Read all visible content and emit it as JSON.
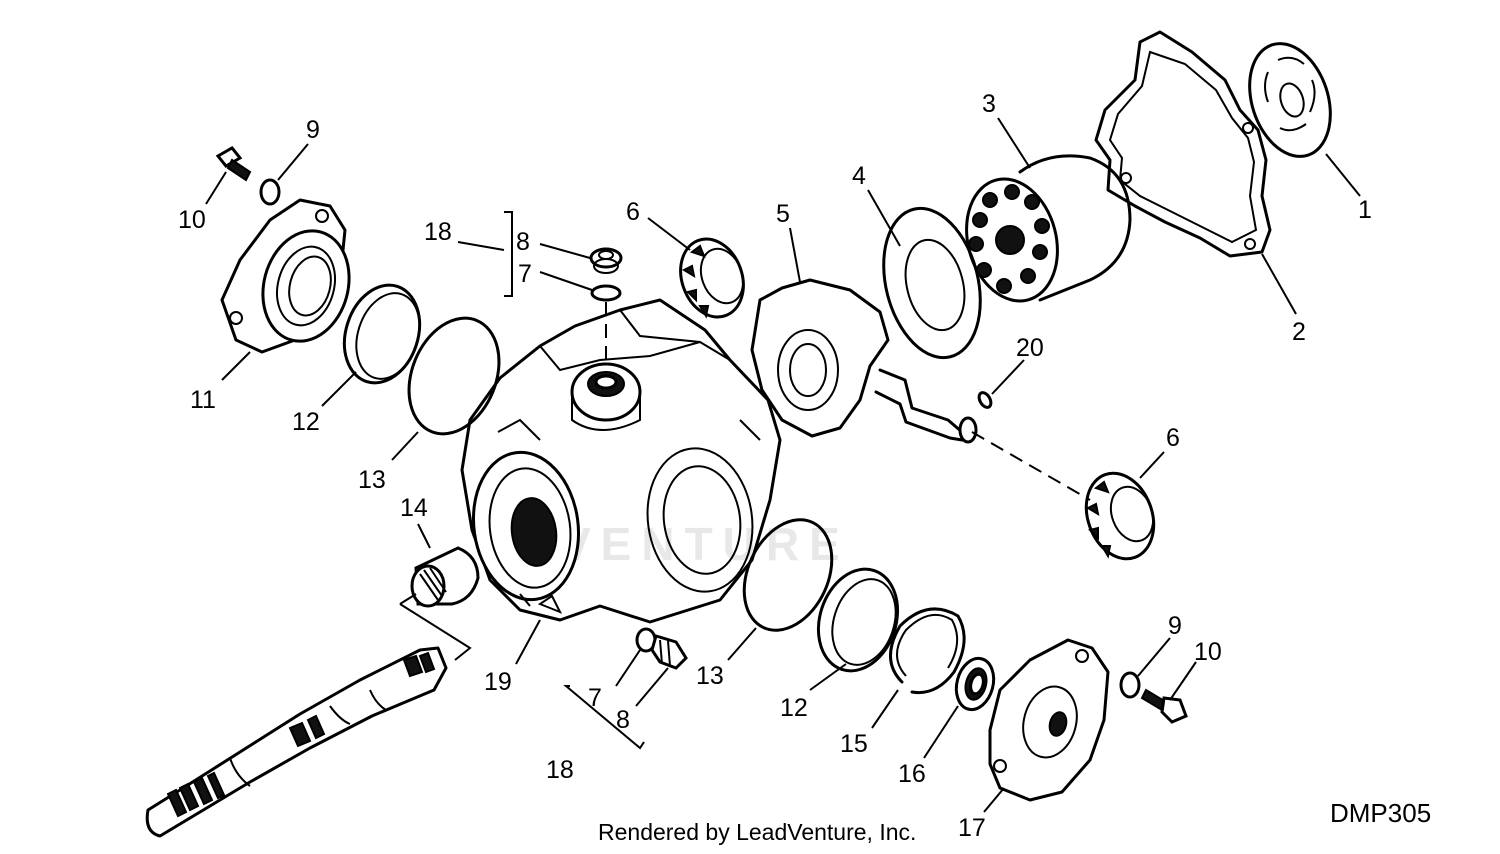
{
  "diagram": {
    "code": "DMP305",
    "credit": "Rendered by LeadVenture, Inc.",
    "watermark": "VENTURE",
    "callouts": {
      "c1": "1",
      "c2": "2",
      "c3": "3",
      "c4": "4",
      "c5": "5",
      "c6a": "6",
      "c6b": "6",
      "c7a": "7",
      "c7b": "7",
      "c8a": "8",
      "c8b": "8",
      "c9a": "9",
      "c9b": "9",
      "c10a": "10",
      "c10b": "10",
      "c11": "11",
      "c12a": "12",
      "c12b": "12",
      "c13a": "13",
      "c13b": "13",
      "c14": "14",
      "c15": "15",
      "c16": "16",
      "c17": "17",
      "c18a": "18",
      "c18b": "18",
      "c19": "19",
      "c20": "20"
    }
  }
}
